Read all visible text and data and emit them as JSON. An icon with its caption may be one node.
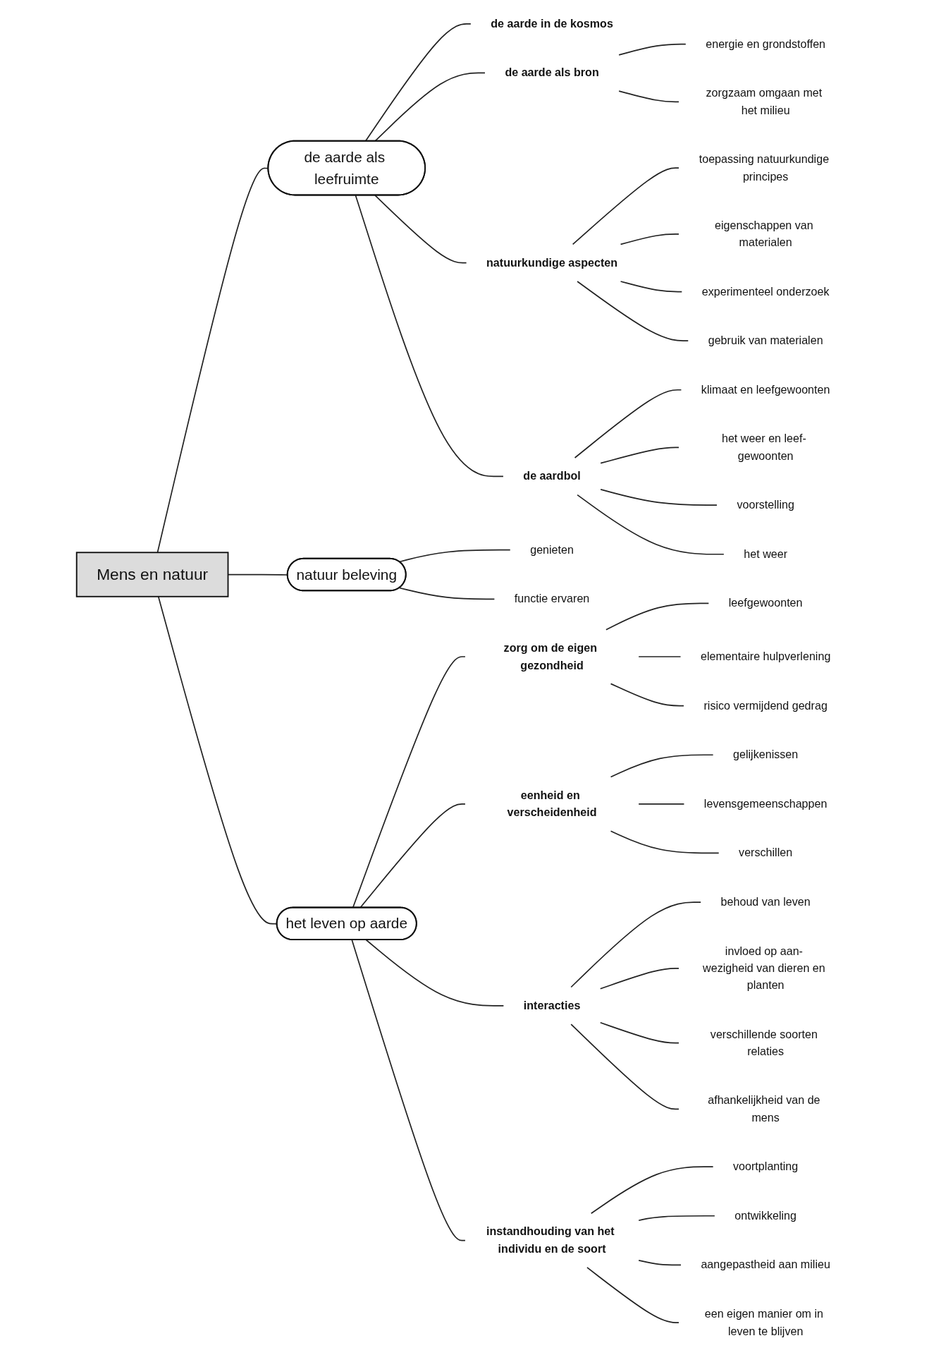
{
  "diagram": {
    "nodes": [
      {
        "text": [
          "energie en grondstoffen"
        ]
      },
      {
        "text": [
          "de aarde in de kosmos"
        ]
      },
      {
        "text": [
          "de aarde als bron"
        ]
      },
      {
        "text": [
          "zorgzaam omgaan met het milieu"
        ]
      },
      {
        "text": [
          "toepassing natuurkundige principes"
        ]
      },
      {
        "text": [
          "de aarde als leefruimte"
        ]
      },
      {
        "text": [
          "eigenschappen van materialen"
        ]
      },
      {
        "text": [
          "klimaat en leefgewoonten"
        ]
      },
      {
        "text": [
          "natuurkundige aspecten"
        ]
      },
      {
        "text": [
          "experimenteel onderzoek"
        ]
      },
      {
        "text": [
          "gebruik van materialen"
        ]
      },
      {
        "text": [
          "de aardbol"
        ]
      },
      {
        "text": [
          "het weer en leef- gewoonten"
        ]
      },
      {
        "text": [
          "genieten"
        ]
      },
      {
        "text": [
          "voorstelling"
        ]
      },
      {
        "text": [
          "het weer"
        ]
      },
      {
        "text": [
          "natuur beleving"
        ]
      },
      {
        "text": [
          "Mens en natuur"
        ]
      },
      {
        "text": [
          "functie ervaren"
        ]
      },
      {
        "text": [
          "leefgewoonten"
        ]
      },
      {
        "text": [
          "gelijkenissen"
        ]
      },
      {
        "text": [
          "levensgemeenschappen"
        ]
      },
      {
        "text": [
          "zorg om de eigen gezondheid"
        ]
      },
      {
        "text": [
          "eenheid en verscheidenheid"
        ]
      },
      {
        "text": [
          "elementaire hulpverlening"
        ]
      },
      {
        "text": [
          "risico vermijdend gedrag"
        ]
      },
      {
        "text": [
          "het leven op aarde"
        ]
      },
      {
        "text": [
          "verschillen"
        ]
      },
      {
        "text": [
          "voortplanting"
        ]
      },
      {
        "text": [
          "behoud van leven"
        ]
      },
      {
        "text": [
          "ontwikkeling"
        ]
      },
      {
        "text": [
          "invloed op aan- wezigheid van dieren en planten"
        ]
      },
      {
        "text": [
          "interacties"
        ]
      },
      {
        "text": [
          "instandhouding van het individu en de soort"
        ]
      },
      {
        "text": [
          "verschillende soorten relaties"
        ]
      },
      {
        "text": [
          "afhankelijkheid van de mens"
        ]
      },
      {
        "text": [
          "aangepastheid aan milieu"
        ]
      },
      {
        "text": [
          "een eigen manier om in leven te blijven"
        ]
      }
    ],
    "edges": [
      {
        "from": 17,
        "to": 5,
        "arrow": "none"
      },
      {
        "from": 17,
        "to": 16,
        "arrow": "none"
      },
      {
        "from": 17,
        "to": 26,
        "arrow": "none"
      },
      {
        "from": 5,
        "to": 1,
        "arrow": "none"
      },
      {
        "from": 5,
        "to": 2,
        "arrow": "none"
      },
      {
        "from": 5,
        "to": 8,
        "arrow": "none"
      },
      {
        "from": 5,
        "to": 11,
        "arrow": "none"
      },
      {
        "from": 2,
        "to": 0,
        "arrow": "none"
      },
      {
        "from": 2,
        "to": 3,
        "arrow": "none"
      },
      {
        "from": 8,
        "to": 4,
        "arrow": "none"
      },
      {
        "from": 8,
        "to": 6,
        "arrow": "none"
      },
      {
        "from": 8,
        "to": 9,
        "arrow": "none"
      },
      {
        "from": 8,
        "to": 10,
        "arrow": "none"
      },
      {
        "from": 11,
        "to": 7,
        "arrow": "none"
      },
      {
        "from": 11,
        "to": 12,
        "arrow": "none"
      },
      {
        "from": 11,
        "to": 14,
        "arrow": "none"
      },
      {
        "from": 11,
        "to": 15,
        "arrow": "none"
      },
      {
        "from": 16,
        "to": 13,
        "arrow": "none"
      },
      {
        "from": 16,
        "to": 18,
        "arrow": "none"
      },
      {
        "from": 26,
        "to": 22,
        "arrow": "none"
      },
      {
        "from": 26,
        "to": 23,
        "arrow": "none"
      },
      {
        "from": 26,
        "to": 32,
        "arrow": "none"
      },
      {
        "from": 26,
        "to": 33,
        "arrow": "none"
      },
      {
        "from": 22,
        "to": 19,
        "arrow": "none"
      },
      {
        "from": 22,
        "to": 24,
        "arrow": "none"
      },
      {
        "from": 22,
        "to": 25,
        "arrow": "none"
      },
      {
        "from": 23,
        "to": 20,
        "arrow": "none"
      },
      {
        "from": 23,
        "to": 21,
        "arrow": "none"
      },
      {
        "from": 23,
        "to": 27,
        "arrow": "none"
      },
      {
        "from": 32,
        "to": 29,
        "arrow": "none"
      },
      {
        "from": 32,
        "to": 31,
        "arrow": "none"
      },
      {
        "from": 32,
        "to": 34,
        "arrow": "none"
      },
      {
        "from": 32,
        "to": 35,
        "arrow": "none"
      },
      {
        "from": 33,
        "to": 28,
        "arrow": "none"
      },
      {
        "from": 33,
        "to": 30,
        "arrow": "none"
      },
      {
        "from": 33,
        "to": 36,
        "arrow": "none"
      },
      {
        "from": 33,
        "to": 37,
        "arrow": "none"
      }
    ]
  }
}
